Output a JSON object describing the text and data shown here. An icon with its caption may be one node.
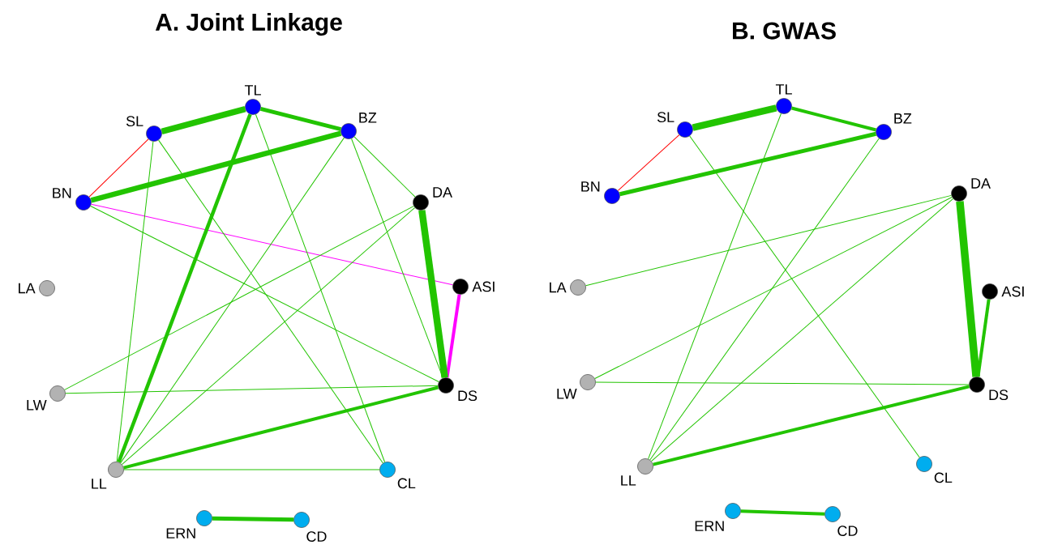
{
  "diagram": {
    "nodes": [
      {
        "text": [
          "SL"
        ]
      },
      {
        "text": [
          "TL"
        ]
      },
      {
        "text": [
          "BZ"
        ]
      },
      {
        "text": [
          "BN"
        ]
      },
      {
        "text": [
          "DA"
        ]
      },
      {
        "text": [
          "ASI"
        ]
      },
      {
        "text": [
          "LA"
        ]
      },
      {
        "text": [
          "LW"
        ]
      },
      {
        "text": [
          "DS"
        ]
      },
      {
        "text": [
          "LL"
        ]
      },
      {
        "text": [
          "CL"
        ]
      },
      {
        "text": [
          "ERN"
        ]
      },
      {
        "text": [
          "CD"
        ]
      },
      {
        "text": [
          "SL"
        ]
      },
      {
        "text": [
          "TL"
        ]
      },
      {
        "text": [
          "BZ"
        ]
      },
      {
        "text": [
          "BN"
        ]
      },
      {
        "text": [
          "DA"
        ]
      },
      {
        "text": [
          "ASI"
        ]
      },
      {
        "text": [
          "LA"
        ]
      },
      {
        "text": [
          "LW"
        ]
      },
      {
        "text": [
          "DS"
        ]
      },
      {
        "text": [
          "LL"
        ]
      },
      {
        "text": [
          "CL"
        ]
      },
      {
        "text": [
          "ERN"
        ]
      },
      {
        "text": [
          "CD"
        ]
      }
    ],
    "edges": [
      {
        "from": 0,
        "to": 1,
        "arrow": "none",
        "style": "thick"
      },
      {
        "from": 1,
        "to": 2,
        "arrow": "none",
        "style": "thick"
      },
      {
        "from": 3,
        "to": 0,
        "arrow": "none",
        "color": "#ff0000"
      },
      {
        "from": 3,
        "to": 2,
        "arrow": "none",
        "style": "thick"
      },
      {
        "from": 3,
        "to": 5,
        "arrow": "none",
        "color": "#ff00ff"
      },
      {
        "from": 5,
        "to": 8,
        "arrow": "none",
        "style": "thick",
        "color": "#ff00ff"
      },
      {
        "from": 4,
        "to": 8,
        "arrow": "none",
        "style": "thick"
      },
      {
        "from": 0,
        "to": 9,
        "arrow": "none"
      },
      {
        "from": 0,
        "to": 10,
        "arrow": "none"
      },
      {
        "from": 1,
        "to": 9,
        "arrow": "none",
        "style": "thick"
      },
      {
        "from": 1,
        "to": 10,
        "arrow": "none"
      },
      {
        "from": 2,
        "to": 9,
        "arrow": "none"
      },
      {
        "from": 2,
        "to": 4,
        "arrow": "none"
      },
      {
        "from": 2,
        "to": 8,
        "arrow": "none"
      },
      {
        "from": 3,
        "to": 8,
        "arrow": "none"
      },
      {
        "from": 4,
        "to": 7,
        "arrow": "none"
      },
      {
        "from": 4,
        "to": 9,
        "arrow": "none"
      },
      {
        "from": 7,
        "to": 8,
        "arrow": "none"
      },
      {
        "from": 9,
        "to": 8,
        "arrow": "none",
        "style": "thick"
      },
      {
        "from": 9,
        "to": 10,
        "arrow": "none"
      },
      {
        "from": 11,
        "to": 12,
        "arrow": "none",
        "style": "thick"
      },
      {
        "from": 13,
        "to": 14,
        "arrow": "none",
        "style": "thick"
      },
      {
        "from": 14,
        "to": 15,
        "arrow": "none",
        "style": "thick"
      },
      {
        "from": 16,
        "to": 13,
        "arrow": "none",
        "color": "#ff0000"
      },
      {
        "from": 16,
        "to": 15,
        "arrow": "none",
        "style": "thick"
      },
      {
        "from": 14,
        "to": 22,
        "arrow": "none"
      },
      {
        "from": 13,
        "to": 23,
        "arrow": "none"
      },
      {
        "from": 15,
        "to": 22,
        "arrow": "none"
      },
      {
        "from": 17,
        "to": 19,
        "arrow": "none"
      },
      {
        "from": 17,
        "to": 20,
        "arrow": "none"
      },
      {
        "from": 17,
        "to": 22,
        "arrow": "none"
      },
      {
        "from": 17,
        "to": 21,
        "arrow": "none",
        "style": "thick"
      },
      {
        "from": 18,
        "to": 21,
        "arrow": "none",
        "style": "thick"
      },
      {
        "from": 20,
        "to": 21,
        "arrow": "none"
      },
      {
        "from": 22,
        "to": 21,
        "arrow": "none",
        "style": "thick"
      },
      {
        "from": 24,
        "to": 25,
        "arrow": "none",
        "style": "thick"
      }
    ],
    "labels": [
      "A.  Joint Linkage",
      "B. GWAS"
    ]
  }
}
